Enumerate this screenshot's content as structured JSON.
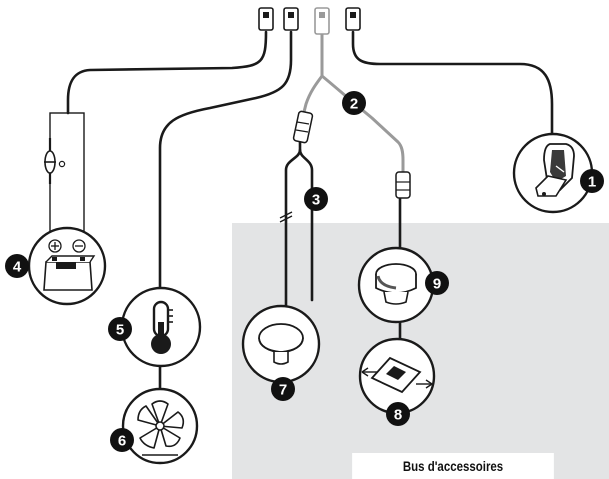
{
  "diagram": {
    "bus_label": "Bus d'accessoires",
    "callouts": [
      "1",
      "2",
      "3",
      "4",
      "5",
      "6",
      "7",
      "8",
      "9"
    ],
    "colors": {
      "cable_black": "#1a1a1a",
      "cable_grey": "#9a9a9a",
      "bus_background": "#e3e4e5",
      "callout_fill": "#111111"
    }
  }
}
